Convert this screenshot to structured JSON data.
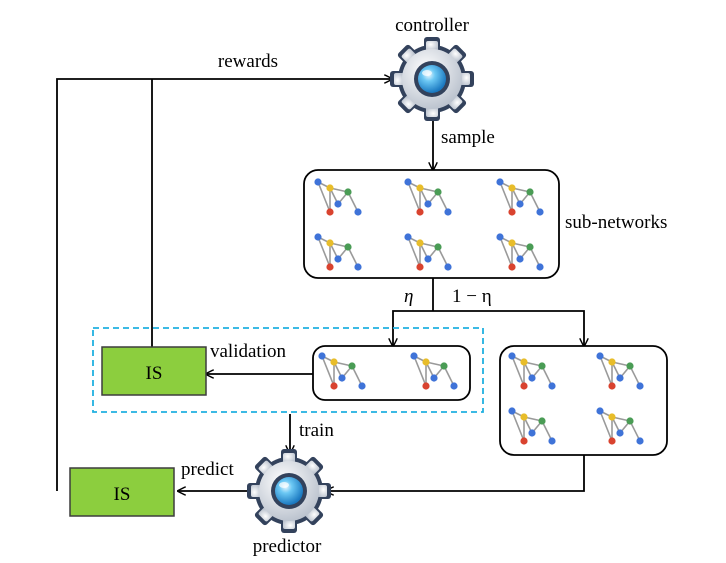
{
  "labels": {
    "controller": "controller",
    "predictor": "predictor",
    "rewards": "rewards",
    "sample": "sample",
    "sub_networks": "sub-networks",
    "validation": "validation",
    "train": "train",
    "predict": "predict",
    "eta": "η",
    "one_minus_eta": "1 − η",
    "is_top": "IS",
    "is_bottom": "IS"
  },
  "colors": {
    "is_box_fill": "#8cce3e",
    "is_box_border": "#3d3d3d",
    "dashed_box": "#20b0e0",
    "gear_body": "#dbe0e8",
    "gear_dark": "#33425c",
    "gear_center": "#35a8e8",
    "node_blue": "#3f73d8",
    "node_red": "#d9432f",
    "node_yellow": "#e8bd2a",
    "node_green": "#4a9c55",
    "edge": "#9a9a9a"
  },
  "icons": {
    "controller": "gear-icon",
    "predictor": "gear-icon",
    "network": "graph-network-icon"
  }
}
